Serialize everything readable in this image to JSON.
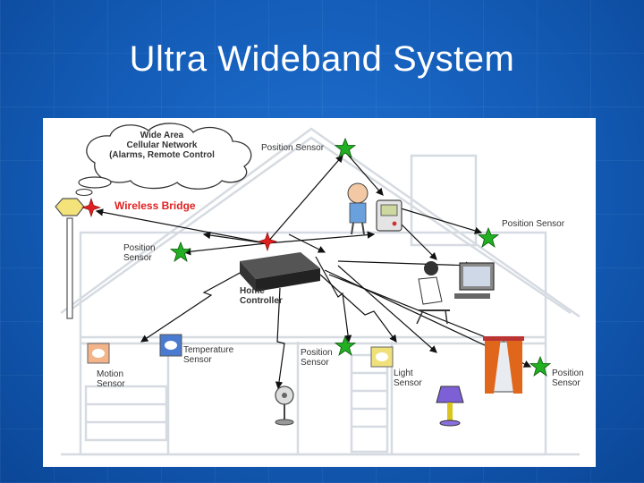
{
  "slide": {
    "title": "Ultra Wideband System"
  },
  "diagram": {
    "cloud_label": "Wide Area\nCellular Network\n(Alarms, Remote Control",
    "wireless_bridge": "Wireless Bridge",
    "position_sensor_1": "Position Sensor",
    "position_sensor_2": "Position Sensor",
    "position_sensor_3": "Position\nSensor",
    "position_sensor_4": "Position\nSensor",
    "position_sensor_5": "Position\nSensor",
    "home_controller": "Home\nController",
    "temperature_sensor": "Temperature\nSensor",
    "motion_sensor": "Motion\nSensor",
    "light_sensor": "Light\nSensor",
    "colors": {
      "star": "#22b022",
      "bridge_star": "#e02020",
      "bridge_box": "#f4e27a",
      "house_line": "#d8dde4",
      "arrow": "#111111"
    }
  }
}
